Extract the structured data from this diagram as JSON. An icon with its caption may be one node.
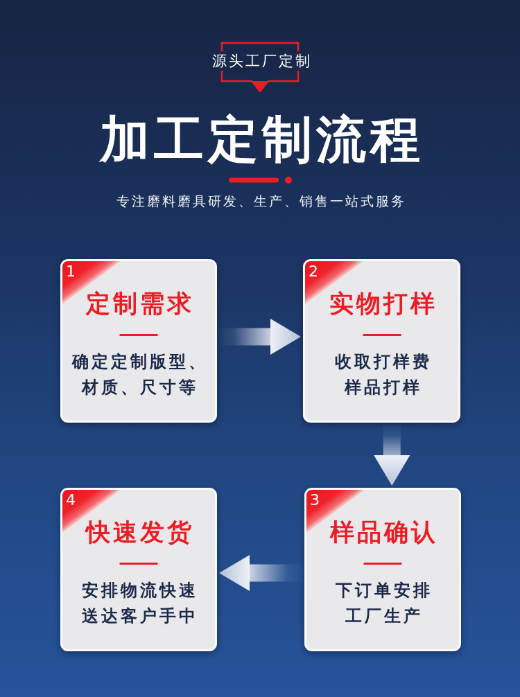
{
  "diagram": {
    "title": "加工定制流程",
    "nodes": [
      {
        "text": [
          "源头工厂定制"
        ]
      },
      {
        "text": [
          "1",
          "定制需求",
          "确定定制版型、材质、尺寸等"
        ]
      },
      {
        "text": [
          "2",
          "实物打样",
          "收取打样费样品打样"
        ]
      },
      {
        "text": [
          "3",
          "样品确认",
          "下订单安排工厂生产"
        ]
      },
      {
        "text": [
          "4",
          "快速发货",
          "安排物流快速送达客户手中"
        ]
      }
    ],
    "edges": [
      {
        "from": 1,
        "to": 2,
        "arrow": "to"
      },
      {
        "from": 2,
        "to": 3,
        "arrow": "to"
      },
      {
        "from": 3,
        "to": 4,
        "arrow": "to"
      }
    ],
    "labels": [
      "专注磨料磨具研发、生产、销售一站式服务"
    ]
  }
}
